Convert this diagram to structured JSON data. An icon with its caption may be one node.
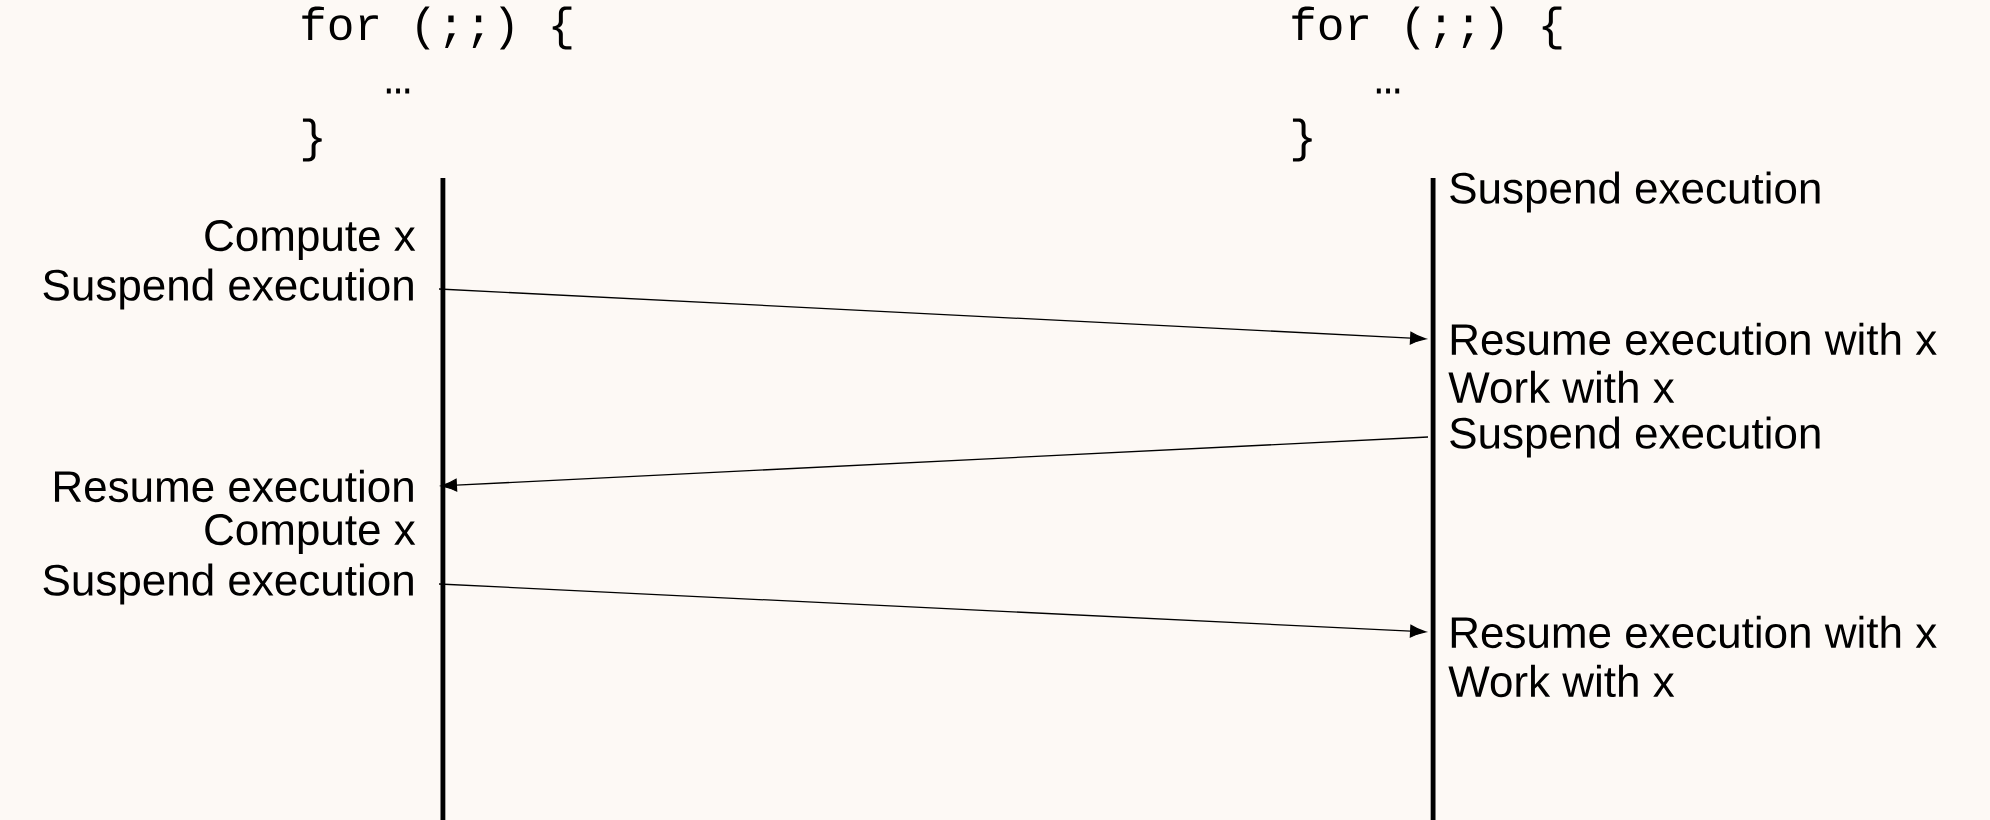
{
  "diagram": {
    "nodes": [
      {
        "text": [
          "for (;;) {",
          "…",
          "}"
        ]
      },
      {
        "text": [
          "for (;;) {",
          "…",
          "}"
        ]
      },
      {
        "text": [
          "Suspend execution"
        ]
      },
      {
        "text": [
          "Resume execution with x"
        ]
      },
      {
        "text": [
          "Suspend execution"
        ]
      },
      {
        "text": [
          "Resume execution"
        ]
      },
      {
        "text": [
          "Suspend execution"
        ]
      },
      {
        "text": [
          "Resume execution with x"
        ]
      }
    ],
    "edges": [
      {
        "from": 2,
        "to": 3,
        "arrow": "to"
      },
      {
        "from": 4,
        "to": 5,
        "arrow": "to"
      },
      {
        "from": 6,
        "to": 7,
        "arrow": "to"
      }
    ],
    "labels": [
      "Suspend execution",
      "Compute x",
      "Work with x",
      "Compute x",
      "Work with x"
    ]
  }
}
